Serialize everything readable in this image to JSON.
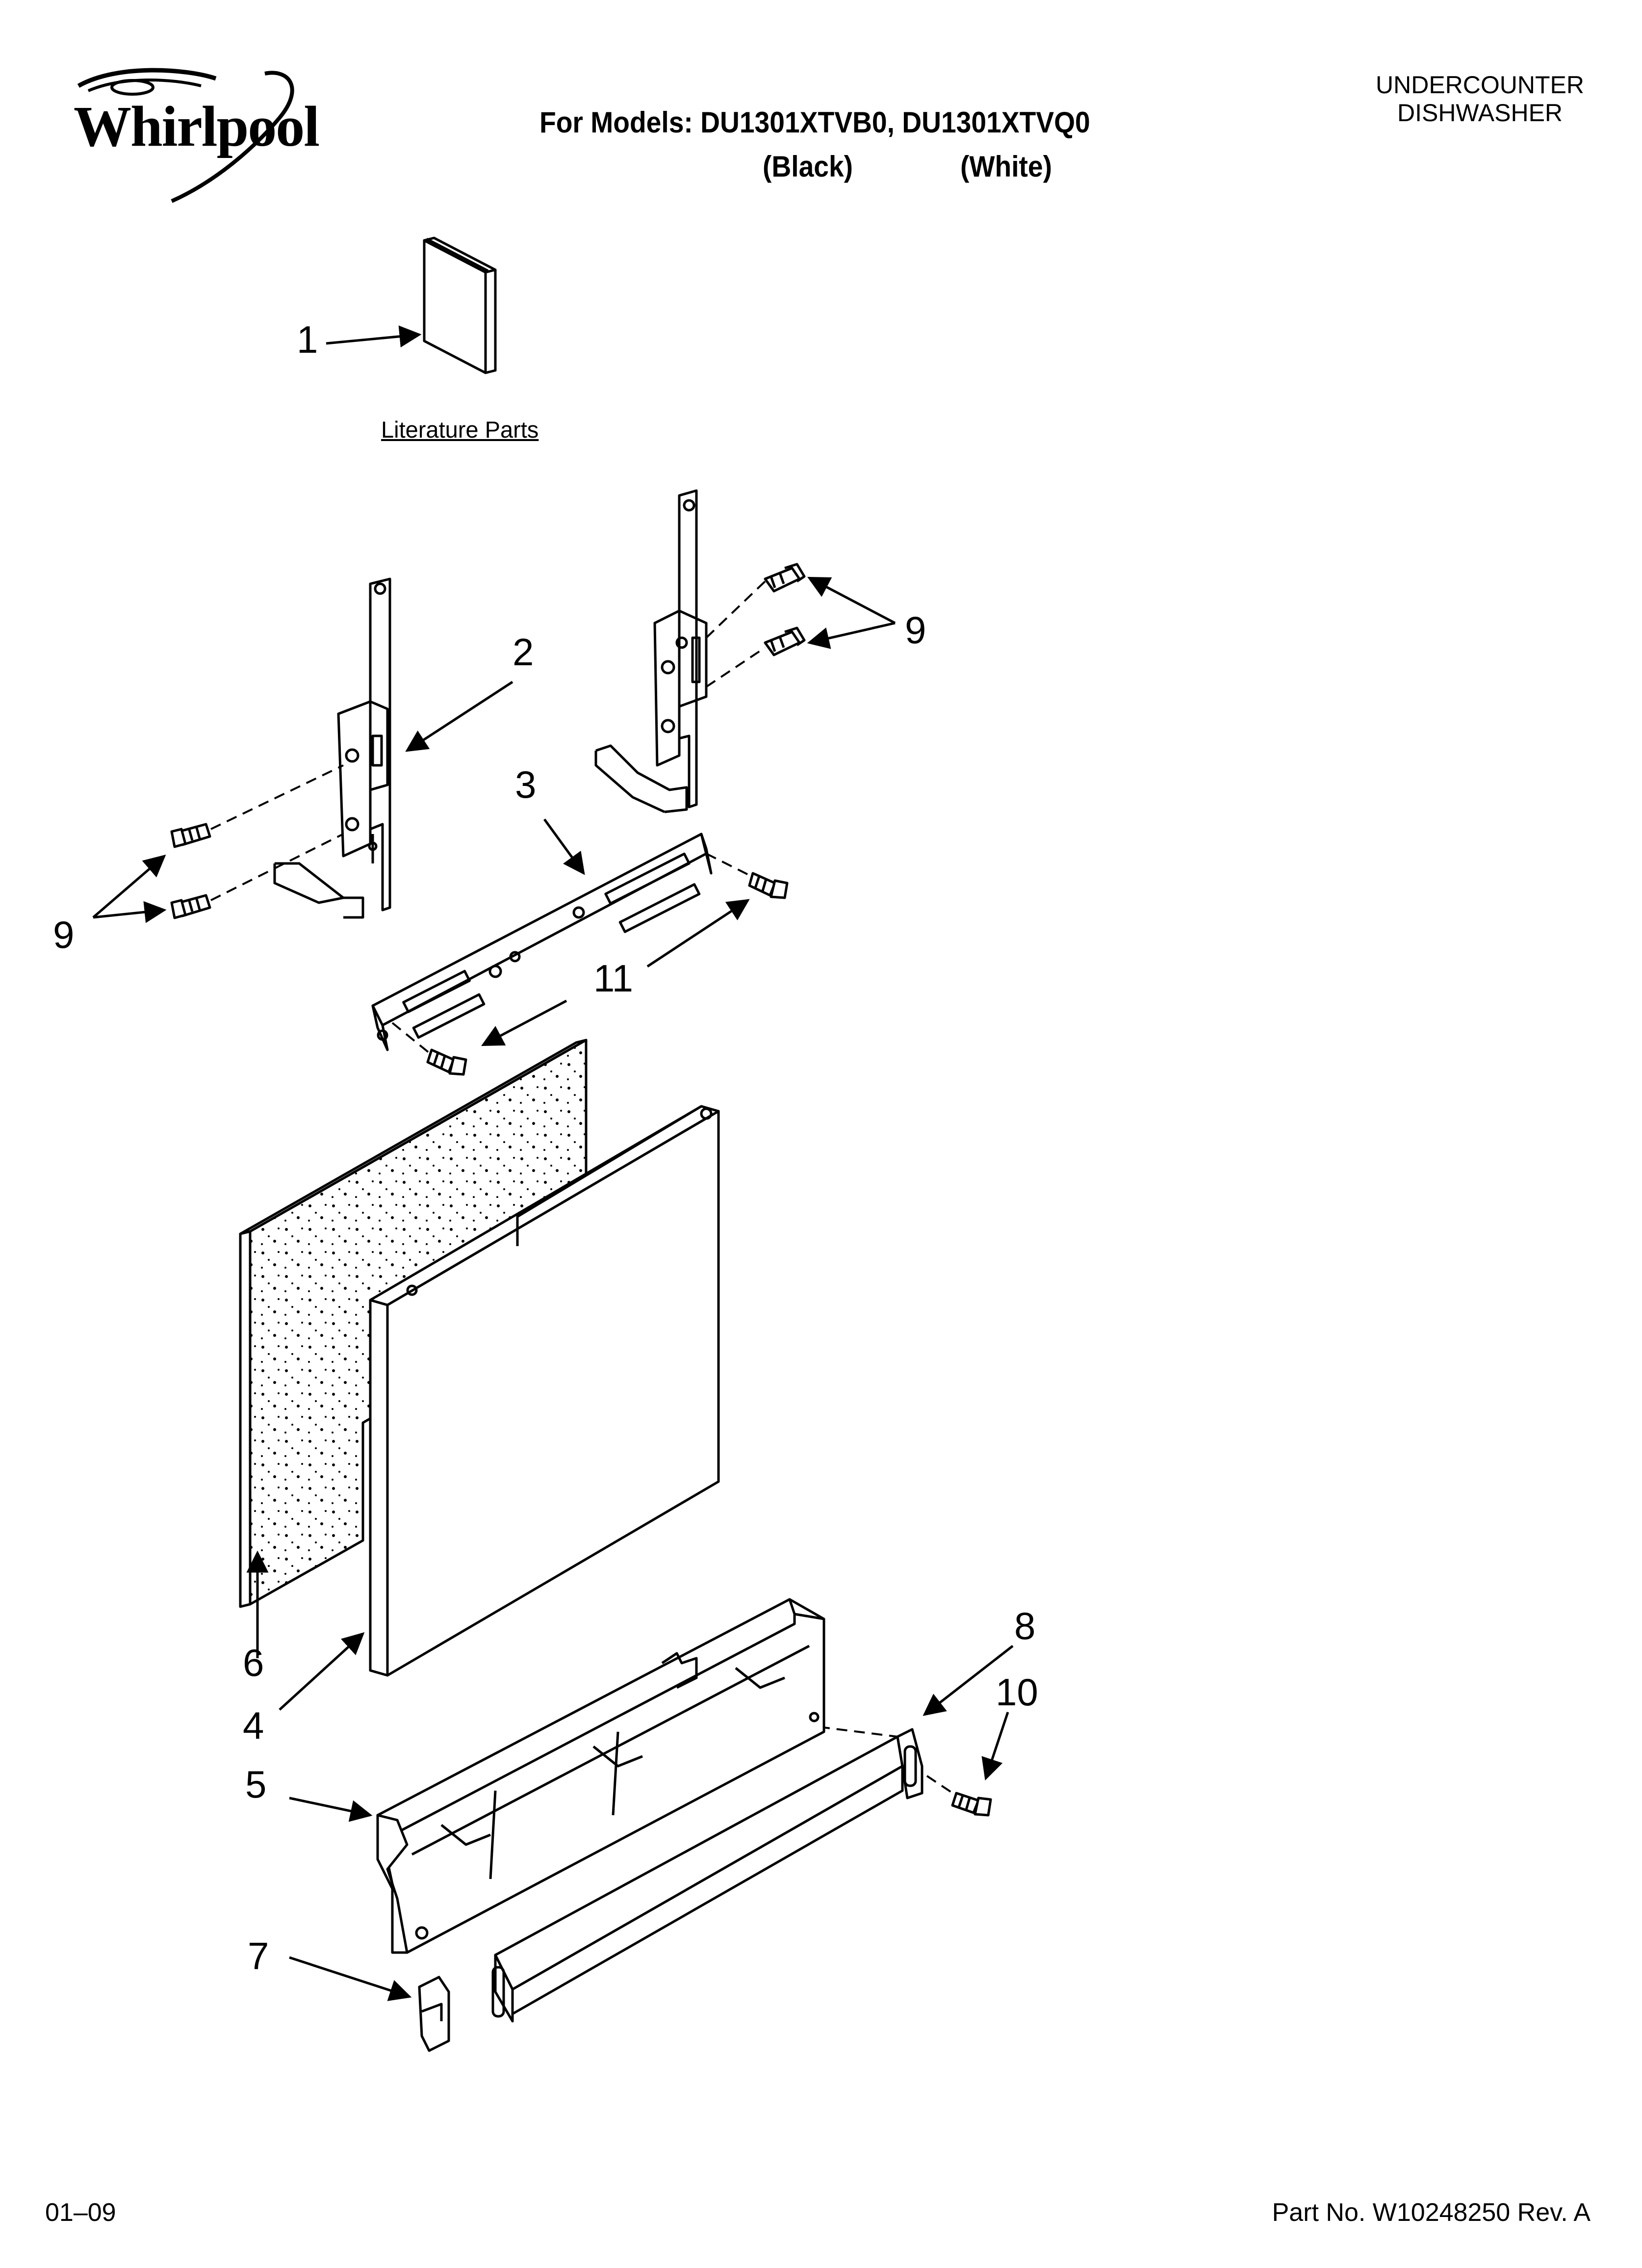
{
  "header": {
    "brand": "Whirlpool",
    "models_line": "For Models: DU1301XTVB0, DU1301XTVQ0",
    "variant_black": "(Black)",
    "variant_white": "(White)",
    "category_line1": "UNDERCOUNTER",
    "category_line2": "DISHWASHER"
  },
  "diagram": {
    "literature_label": "Literature Parts",
    "callouts": {
      "c1": "1",
      "c2": "2",
      "c3": "3",
      "c4": "4",
      "c5": "5",
      "c6": "6",
      "c7": "7",
      "c8": "8",
      "c9_left": "9",
      "c9_right": "9",
      "c10": "10",
      "c11": "11"
    }
  },
  "footer": {
    "date": "01–09",
    "part_no": "Part No. W10248250 Rev. A"
  }
}
